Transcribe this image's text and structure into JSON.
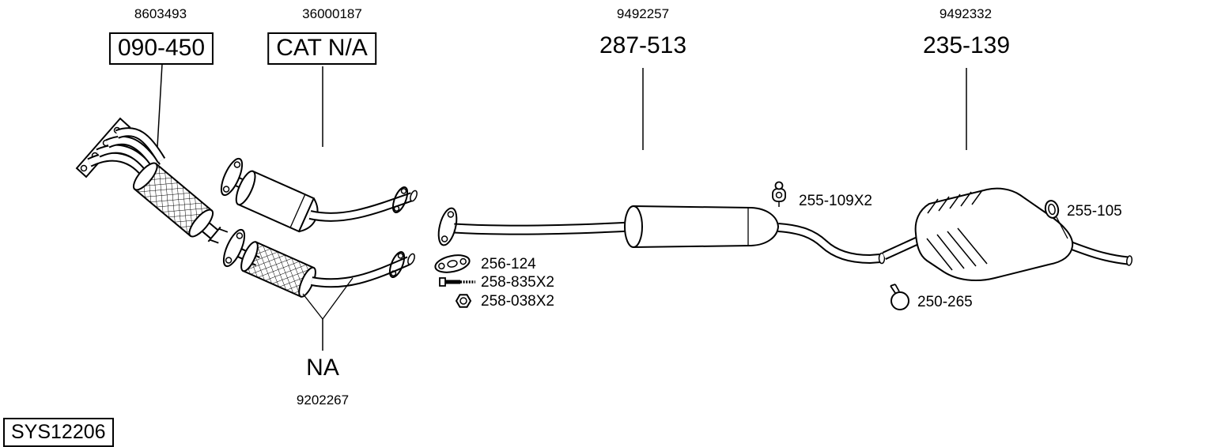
{
  "callouts": {
    "manifold": {
      "ref": "8603493",
      "code": "090-450"
    },
    "cat": {
      "ref": "36000187",
      "code": "CAT N/A"
    },
    "center": {
      "ref": "9492257",
      "code": "287-513"
    },
    "rear": {
      "ref": "9492332",
      "code": "235-139"
    },
    "na": {
      "code": "NA",
      "ref": "9202267"
    }
  },
  "fittings": {
    "hanger": "255-109X2",
    "tail_ring": "255-105",
    "gasket": "256-124",
    "bolt": "258-835X2",
    "nut": "258-038X2",
    "clamp": "250-265"
  },
  "system_code": "SYS12206",
  "colors": {
    "line": "#000000",
    "background": "#ffffff"
  }
}
